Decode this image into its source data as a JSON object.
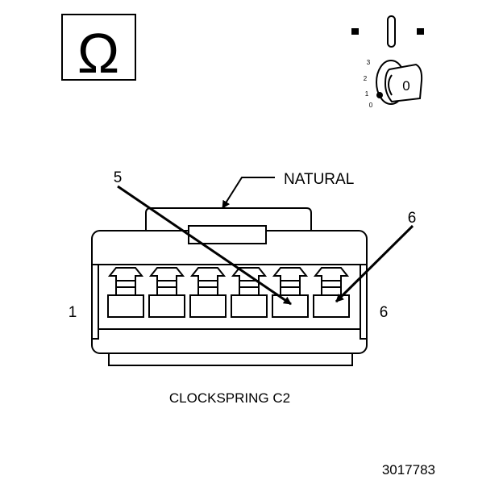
{
  "symbols": {
    "ohmmeter": {
      "glyph": "Ω",
      "icon": "ohm-icon"
    },
    "ignition": {
      "icon": "ignition-key-icon",
      "key_label": "0",
      "positions": [
        "3",
        "2",
        "1",
        "0"
      ]
    }
  },
  "connector": {
    "name": "CLOCKSPRING C2",
    "callout": "NATURAL",
    "pin_left_label": "1",
    "pin_right_label": "6",
    "probe_labels": [
      "5",
      "6"
    ]
  },
  "figure_number": "3017783",
  "colors": {
    "ink": "#000000",
    "paper": "#ffffff"
  }
}
